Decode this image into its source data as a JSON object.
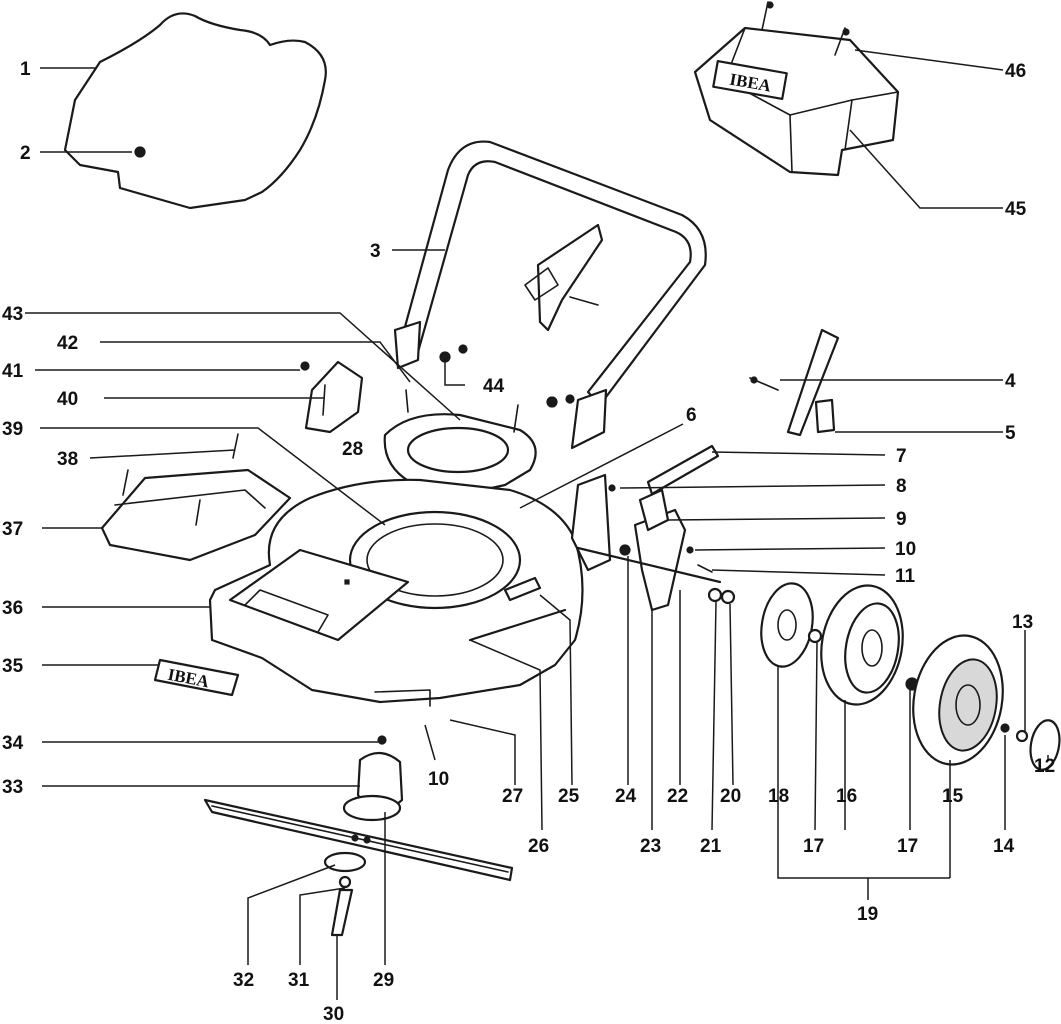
{
  "diagram": {
    "logo_text": "IBEA",
    "callouts": [
      "1",
      "2",
      "3",
      "4",
      "5",
      "6",
      "7",
      "8",
      "9",
      "10",
      "10",
      "11",
      "12",
      "13",
      "14",
      "15",
      "16",
      "17",
      "17",
      "18",
      "19",
      "20",
      "21",
      "22",
      "23",
      "24",
      "25",
      "26",
      "27",
      "28",
      "29",
      "30",
      "31",
      "32",
      "33",
      "34",
      "35",
      "36",
      "37",
      "38",
      "39",
      "40",
      "41",
      "42",
      "43",
      "44",
      "45",
      "46"
    ]
  }
}
